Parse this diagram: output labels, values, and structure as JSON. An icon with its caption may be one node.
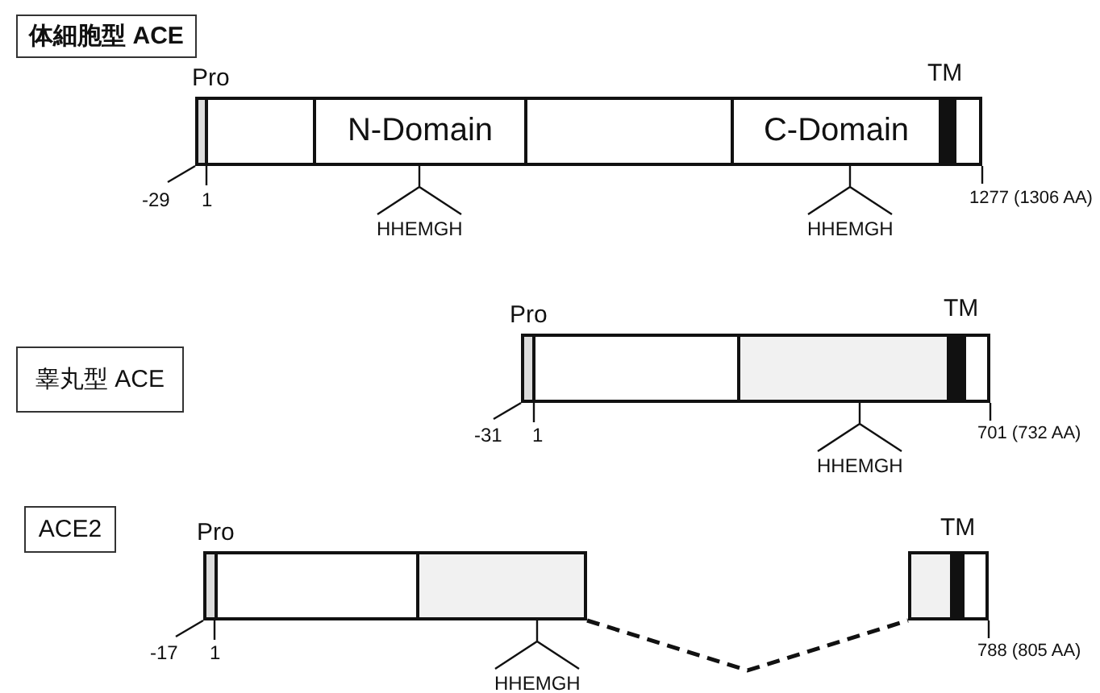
{
  "diagram": {
    "nodes": [
      {
        "text": [
          "体細胞型 ACE"
        ]
      },
      {
        "text": [],
        "shape": "box",
        "beside": [
          "-29",
          "1"
        ]
      },
      {
        "text": [],
        "shape": "box"
      },
      {
        "text": [
          "N-Domain"
        ]
      },
      {
        "text": [],
        "shape": "box"
      },
      {
        "text": [
          "C-Domain"
        ]
      },
      {
        "text": [],
        "shape": "bar"
      },
      {
        "text": [],
        "shape": "box",
        "beside": [
          "1277 (1306 AA)"
        ]
      },
      {
        "text": [
          "睾丸型 ACE"
        ]
      },
      {
        "text": [],
        "shape": "box",
        "beside": [
          "-31",
          "1"
        ]
      },
      {
        "text": [],
        "shape": "box"
      },
      {
        "text": [],
        "shape": "box"
      },
      {
        "text": [],
        "shape": "bar"
      },
      {
        "text": [],
        "shape": "box",
        "beside": [
          "701 (732 AA)"
        ]
      },
      {
        "text": [
          "ACE2"
        ]
      },
      {
        "text": [],
        "shape": "box",
        "beside": [
          "-17",
          "1"
        ]
      },
      {
        "text": [],
        "shape": "box"
      },
      {
        "text": [],
        "shape": "box"
      },
      {
        "text": [],
        "shape": "box"
      },
      {
        "text": [],
        "shape": "bar"
      },
      {
        "text": [],
        "shape": "box",
        "beside": [
          "788 (805 AA)"
        ]
      }
    ],
    "edges": [
      {
        "from": 17,
        "to": 18,
        "arrow": "none",
        "style": "dashed"
      }
    ],
    "labels": [
      "Pro",
      "TM",
      "HHEMGH",
      "HHEMGH",
      "Pro",
      "TM",
      "HHEMGH",
      "Pro",
      "TM",
      "HHEMGH"
    ]
  }
}
